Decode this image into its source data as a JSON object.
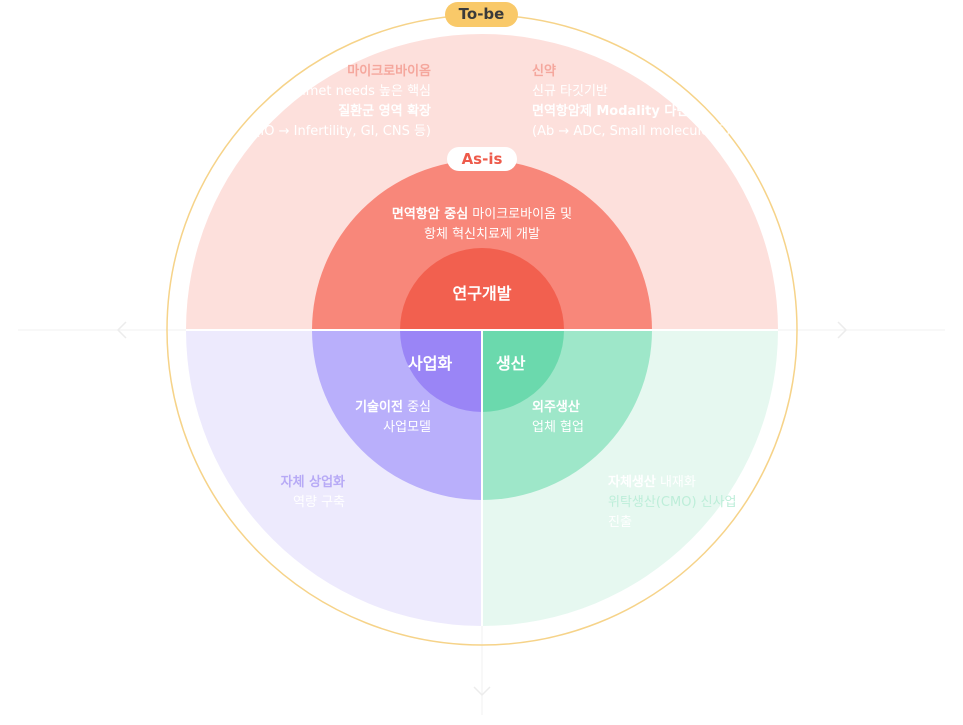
{
  "tobe_label": "To-be",
  "asis_label": "As-is",
  "center": {
    "research": "연구개발",
    "commercial": "사업화",
    "production": "생산"
  },
  "asis": {
    "research": {
      "bold": "면역항암 중심",
      "rest": " 마이크로바이옴 및",
      "line2": "항체 혁신치료제 개발"
    },
    "commercial": {
      "bold": "기술이전",
      "rest": " 중심",
      "line2": "사업모델"
    },
    "production": {
      "bold": "외주생산",
      "line2": "업체 협업"
    }
  },
  "tobe": {
    "microbiome": {
      "title": "마이크로바이옴",
      "line2": "Unmet needs 높은 핵심",
      "line3": "질환군 영역 확장",
      "line4": "(IO → Infertility, GI, CNS 등)"
    },
    "newdrug": {
      "title": "신약",
      "line2": "신규 타깃기반",
      "line3": "면역항암제 Modality 다변화",
      "line4": "(Ab → ADC, Small molecule 등)"
    },
    "commercial": {
      "bold": "자체 상업화",
      "line2": "역량 구축"
    },
    "production": {
      "bold": "자체생산",
      "rest": " 내재화",
      "line2": "위탁생산(CMO) 신사업",
      "line3": "진출"
    }
  },
  "colors": {
    "tobe_research": "#fde0dc",
    "tobe_commercial": "#edeafd",
    "tobe_production": "#e6f8f0",
    "asis_research": "#f8877a",
    "asis_commercial": "#b9affb",
    "asis_production": "#9ee7c9",
    "center_research": "#f2604f",
    "center_commercial": "#9a85f6",
    "center_production": "#6bd9ad",
    "tobe_pill": "#f9c969",
    "asis_text": "#ee5a4a"
  }
}
